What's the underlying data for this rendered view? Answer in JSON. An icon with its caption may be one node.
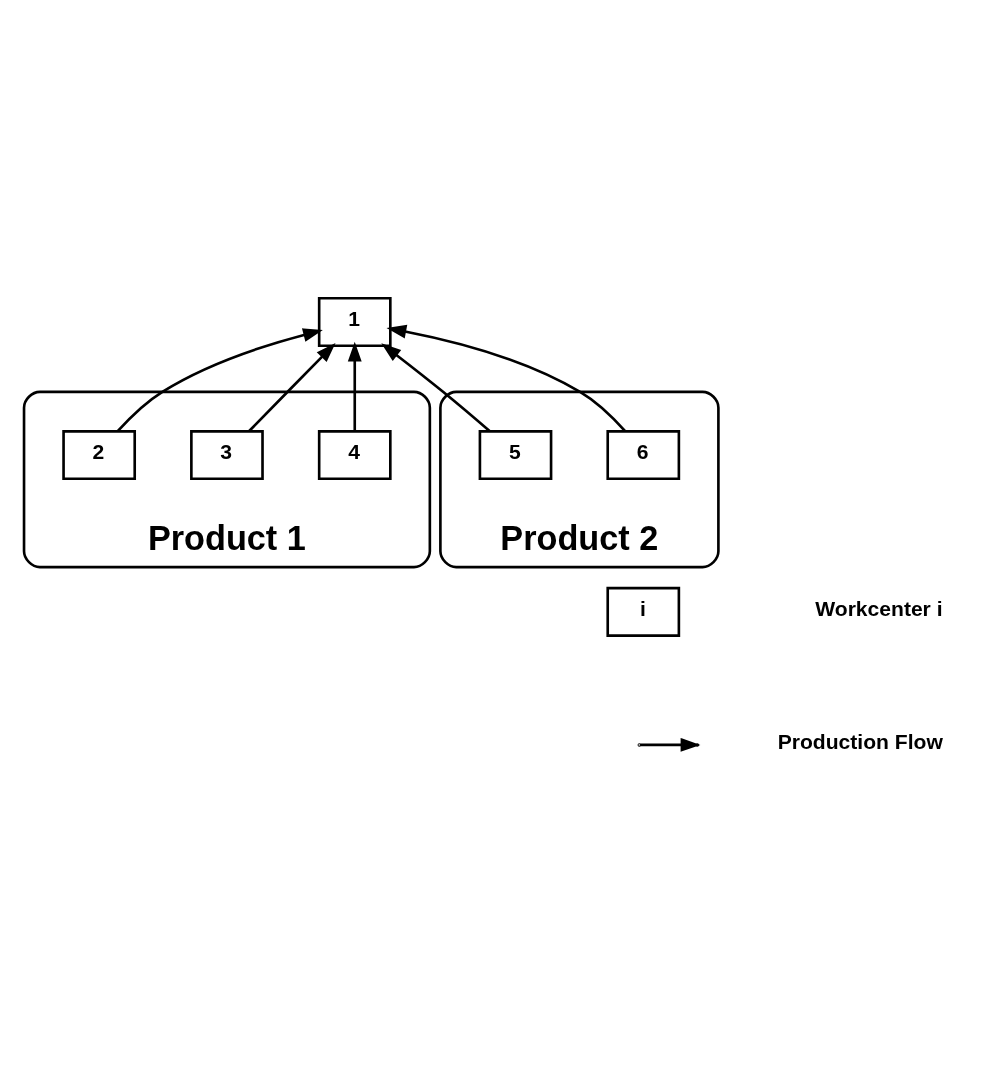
{
  "diagram": {
    "nodes": [
      {
        "text": [
          "Product 1"
        ]
      },
      {
        "text": [
          "Product 2"
        ]
      },
      {
        "text": [
          "1"
        ]
      },
      {
        "text": [
          "2"
        ],
        "in": 0
      },
      {
        "text": [
          "3"
        ],
        "in": 0
      },
      {
        "text": [
          "4"
        ],
        "in": 0
      },
      {
        "text": [
          "5"
        ],
        "in": 1
      },
      {
        "text": [
          "6"
        ],
        "in": 1
      },
      {
        "text": [
          "i"
        ]
      }
    ],
    "edges": [
      {
        "from": 3,
        "to": 2,
        "arrow": "to"
      },
      {
        "from": 4,
        "to": 2,
        "arrow": "to"
      },
      {
        "from": 5,
        "to": 2,
        "arrow": "to"
      },
      {
        "from": 6,
        "to": 2,
        "arrow": "to"
      },
      {
        "from": 7,
        "to": 2,
        "arrow": "to"
      }
    ],
    "legend": [
      {
        "text": "Workcenter i"
      },
      {
        "text": "Production Flow"
      }
    ]
  }
}
